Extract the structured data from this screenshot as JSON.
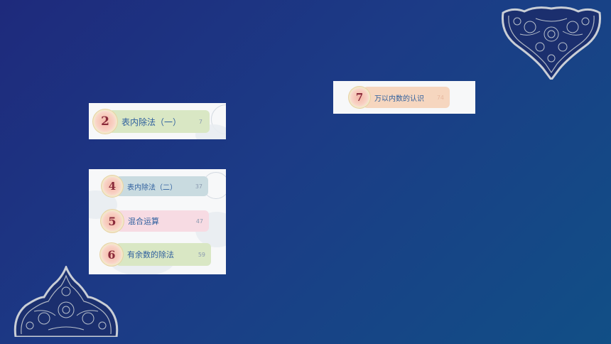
{
  "chapters": [
    {
      "number": "2",
      "title": "表内除法（一）",
      "page": "7",
      "color": "#d9e7c4"
    },
    {
      "number": "4",
      "title": "表内除法（二）",
      "page": "37",
      "color": "#c9dbe0"
    },
    {
      "number": "5",
      "title": "混合运算",
      "page": "47",
      "color": "#f7dbe3"
    },
    {
      "number": "6",
      "title": "有余数的除法",
      "page": "59",
      "color": "#d9e7c4"
    },
    {
      "number": "7",
      "title": "万以内数的认识",
      "page": "74",
      "color": "#f6d6bf"
    }
  ],
  "theme": {
    "background_start": "#1e2a7c",
    "background_end": "#114f86",
    "ornament_color": "#c9ced6"
  },
  "icons": [
    "lace-ornament-icon"
  ]
}
